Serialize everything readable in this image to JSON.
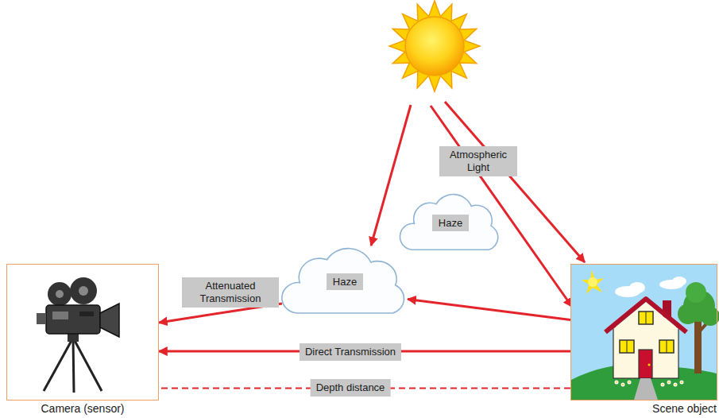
{
  "diagram": {
    "nodes": [
      {
        "text": [
          "Haze"
        ]
      },
      {
        "text": [
          "Haze"
        ]
      },
      {
        "text": [
          "Camera (sensor)"
        ]
      },
      {
        "text": [
          "Scene object"
        ]
      }
    ],
    "edges": [
      {
        "from": 3,
        "to": 1,
        "arrow": "to"
      },
      {
        "from": 1,
        "to": 2,
        "arrow": "to",
        "label": "Attenuated Transmission"
      },
      {
        "from": 3,
        "to": 2,
        "arrow": "to",
        "label": "Direct Transmission"
      },
      {
        "from": 3,
        "to": 2,
        "arrow": "none",
        "label": "Depth distance"
      }
    ],
    "labels": [
      "Atmospheric Light"
    ]
  }
}
